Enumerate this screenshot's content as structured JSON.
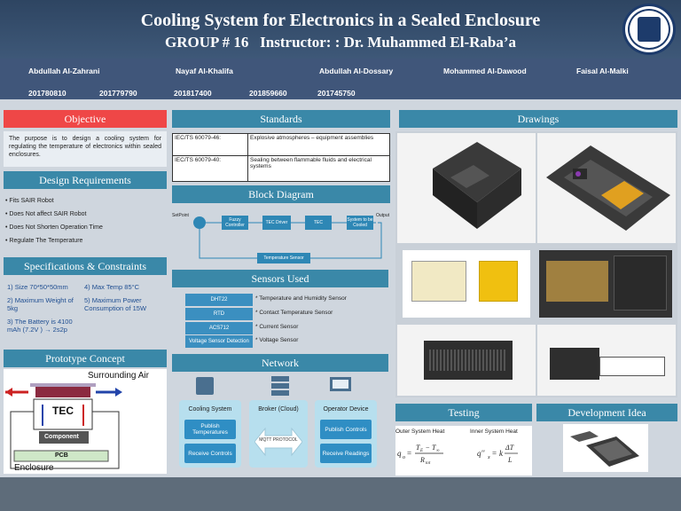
{
  "header": {
    "title": "Cooling System for Electronics in a Sealed Enclosure",
    "subtitle": "GROUP # 16   Instructor: : Dr. Muhammed El-Raba’a",
    "members": [
      "Abdullah Al-Zahrani",
      "Nayaf Al-Khalifa",
      "Abdullah Al-Dossary",
      "Mohammed Al-Dawood",
      "Faisal Al-Malki"
    ],
    "ids": [
      "201780810",
      "201779790",
      "201817400",
      "201859660",
      "201745750"
    ]
  },
  "objective": {
    "heading": "Objective",
    "text": "The purpose is to design a cooling system for regulating the temperature of electronics within sealed enclosures."
  },
  "design_requirements": {
    "heading": "Design Requirements",
    "items": [
      "Fits SAIR Robot",
      "Does Not affect SAIR Robot",
      "Does Not Shorten Operation Time",
      "Regulate The Temperature"
    ]
  },
  "specifications": {
    "heading": "Specifications & Constraints",
    "left": [
      "1) Size 70*50*50mm",
      "2) Maximum Weight of 5kg",
      "3) The Battery is 4100 mAh (7.2V ) → 2s2p"
    ],
    "right": [
      "4) Max Temp 85°C",
      "5) Maximum Power Consumption of 15W"
    ]
  },
  "prototype": {
    "heading": "Prototype Concept",
    "surrounding": "Surrounding Air",
    "tec": "TEC",
    "component": "Component",
    "pcb": "PCB",
    "enclosure": "Enclosure"
  },
  "standards": {
    "heading": "Standards",
    "rows": [
      {
        "code": "IEC/TS 60079-46:",
        "desc": "Explosive atmospheres – equipment assemblies"
      },
      {
        "code": "IEC/TS 60079-40:",
        "desc": "Sealing between flammable fluids and electrical systems"
      }
    ]
  },
  "block_diagram": {
    "heading": "Block Diagram",
    "setpoint": "SetPoint",
    "output": "Output",
    "blocks": [
      "Fuzzy Controller",
      "TEC Driver",
      "TEC",
      "System to be Cooled"
    ],
    "feedback": "Temperature Sensor"
  },
  "sensors": {
    "heading": "Sensors Used",
    "items": [
      {
        "name": "DHT22",
        "desc": "Temperature and Humidity Sensor"
      },
      {
        "name": "RTD",
        "desc": "Contact Temperature Sensor"
      },
      {
        "name": "ACS712",
        "desc": "Current Sensor"
      },
      {
        "name": "Voltage Sensor Detection",
        "desc": "Voltage Sensor"
      }
    ]
  },
  "network": {
    "heading": "Network",
    "cooling": {
      "title": "Cooling System",
      "btn1": "Publish Temperatures",
      "btn2": "Receive Controls"
    },
    "broker": {
      "title": "Broker (Cloud)",
      "protocol": "MQTT PROTOCOL"
    },
    "operator": {
      "title": "Operator Device",
      "btn1": "Publish Controls",
      "btn2": "Receive Readings"
    }
  },
  "drawings": {
    "heading": "Drawings"
  },
  "testing": {
    "heading": "Testing",
    "outer_label": "Outer System Heat",
    "inner_label": "Inner System Heat"
  },
  "development": {
    "heading": "Development Idea"
  },
  "colors": {
    "header": "#3d5473",
    "section": "#3a88a8",
    "objective": "#ef4747",
    "background": "#cfd6de"
  }
}
